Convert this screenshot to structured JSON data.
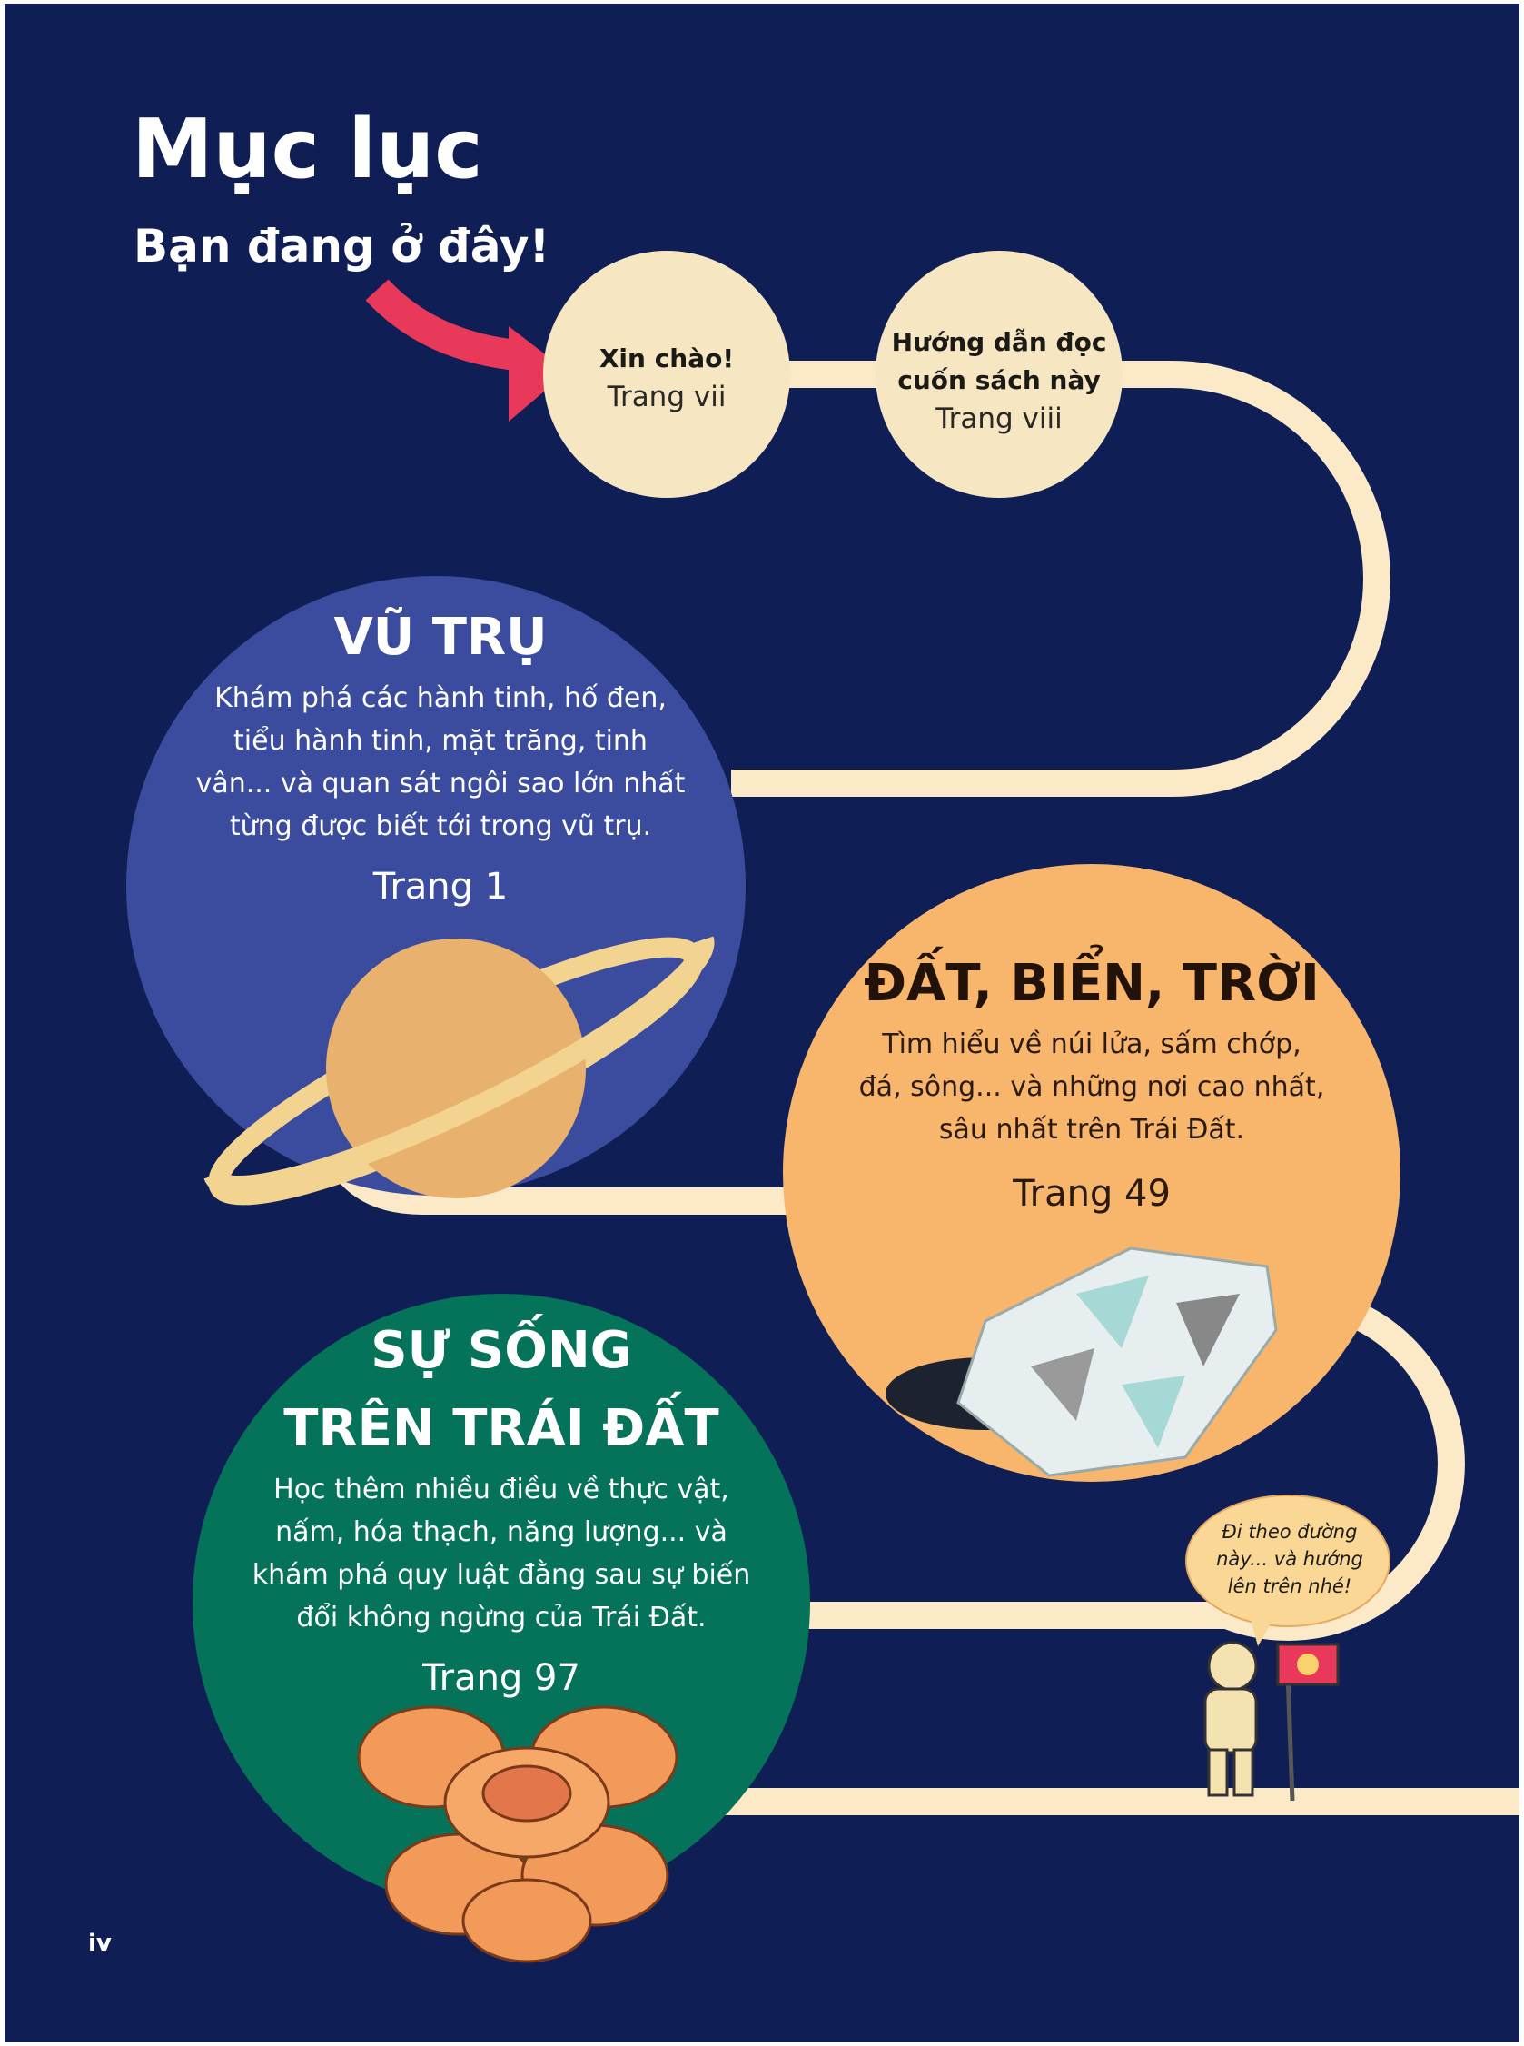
{
  "title": "Mục lục",
  "you_are_here": "Bạn đang ở đây!",
  "colors": {
    "background": "#0f1f56",
    "path": "#fbe9c8",
    "arrow": "#e8395a",
    "space": "#3b4c9f",
    "earth": "#f8b56c",
    "life": "#05735a"
  },
  "intro": [
    {
      "title": "Xin chào!",
      "page": "Trang vii"
    },
    {
      "title_lines": [
        "Hướng dẫn đọc",
        "cuốn sách này"
      ],
      "page": "Trang viii"
    }
  ],
  "sections": [
    {
      "title": "VŨ TRỤ",
      "lines": [
        "Khám phá các hành tinh, hố đen,",
        "tiểu hành tinh, mặt trăng, tinh",
        "vân... và quan sát ngôi sao lớn nhất",
        "từng được biết tới trong vũ trụ."
      ],
      "page": "Trang 1",
      "icon": "saturn-icon"
    },
    {
      "title": "ĐẤT, BIỂN, TRỜI",
      "lines": [
        "Tìm hiểu về núi lửa, sấm chớp,",
        "đá, sông... và những nơi cao nhất,",
        "sâu nhất trên Trái Đất."
      ],
      "page": "Trang 49",
      "icon": "diamond-icon"
    },
    {
      "title_lines": [
        "SỰ SỐNG",
        "TRÊN TRÁI ĐẤT"
      ],
      "lines": [
        "Học thêm nhiều điều về thực vật,",
        "nấm, hóa thạch, năng lượng... và",
        "khám phá quy luật đằng sau sự biến",
        "đổi không ngừng của Trái Đất."
      ],
      "page": "Trang 97",
      "icon": "rafflesia-flower-icon"
    }
  ],
  "bubble_lines": [
    "Đi theo đường",
    "này... và hướng",
    "lên trên nhé!"
  ],
  "page_number": "iv"
}
